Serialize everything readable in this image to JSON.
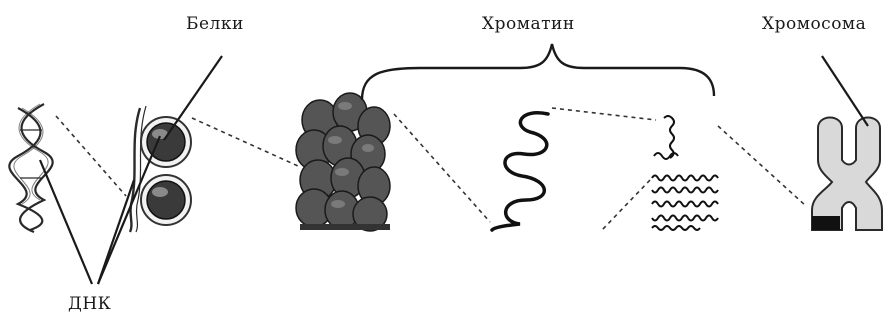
{
  "labels": {
    "proteins": "Белки",
    "chromatin": "Хроматин",
    "chromosome": "Хромосома",
    "dna": "ДНК"
  },
  "colors": {
    "ink": "#1a1a1a",
    "nucleosome_fill": "#6e6e6e",
    "nucleosome_dark": "#2a2a2a",
    "chromosome_fill": "#d9d9d9"
  }
}
